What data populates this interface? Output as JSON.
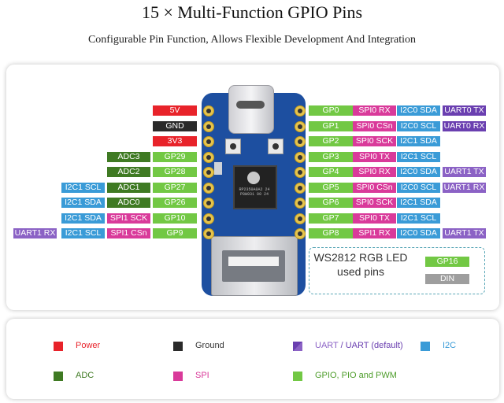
{
  "title": "15 × Multi-Function GPIO Pins",
  "subtitle": "Configurable Pin Function, Allows Flexible Development And Integration",
  "colors": {
    "power": "#e8232a",
    "ground": "#2a2a2a",
    "adc": "#3f7a23",
    "gpio": "#72c844",
    "spi": "#d93a9a",
    "i2c": "#3a9bd7",
    "uart": "#8b62c5",
    "uart_default": "#6a3fb0",
    "din": "#9e9e9e"
  },
  "board": {
    "chip_text": "RP2350A0A2 24\nP8W931 00 24",
    "left_pins": [
      {
        "pin": "5V",
        "type": "power",
        "alts": []
      },
      {
        "pin": "GND",
        "type": "ground",
        "alts": []
      },
      {
        "pin": "3V3",
        "type": "power",
        "alts": []
      },
      {
        "pin": "GP29",
        "type": "gpio",
        "alts": [
          {
            "t": "ADC3",
            "c": "adc"
          }
        ]
      },
      {
        "pin": "GP28",
        "type": "gpio",
        "alts": [
          {
            "t": "ADC2",
            "c": "adc"
          }
        ]
      },
      {
        "pin": "GP27",
        "type": "gpio",
        "alts": [
          {
            "t": "ADC1",
            "c": "adc"
          },
          {
            "t": "I2C1 SCL",
            "c": "i2c"
          }
        ]
      },
      {
        "pin": "GP26",
        "type": "gpio",
        "alts": [
          {
            "t": "ADC0",
            "c": "adc"
          },
          {
            "t": "I2C1 SDA",
            "c": "i2c"
          }
        ]
      },
      {
        "pin": "GP10",
        "type": "gpio",
        "alts": [
          {
            "t": "SPI1 SCK",
            "c": "spi"
          },
          {
            "t": "I2C1 SDA",
            "c": "i2c"
          }
        ]
      },
      {
        "pin": "GP9",
        "type": "gpio",
        "alts": [
          {
            "t": "SPI1 CSn",
            "c": "spi"
          },
          {
            "t": "I2C1 SCL",
            "c": "i2c"
          },
          {
            "t": "UART1 RX",
            "c": "uart"
          }
        ]
      }
    ],
    "right_pins": [
      {
        "pin": "GP0",
        "alts": [
          {
            "t": "SPI0 RX",
            "c": "spi"
          },
          {
            "t": "I2C0 SDA",
            "c": "i2c"
          },
          {
            "t": "UART0 TX",
            "c": "uartdef"
          }
        ]
      },
      {
        "pin": "GP1",
        "alts": [
          {
            "t": "SPI0 CSn",
            "c": "spi"
          },
          {
            "t": "I2C0 SCL",
            "c": "i2c"
          },
          {
            "t": "UART0 RX",
            "c": "uartdef"
          }
        ]
      },
      {
        "pin": "GP2",
        "alts": [
          {
            "t": "SPI0 SCK",
            "c": "spi"
          },
          {
            "t": "I2C1 SDA",
            "c": "i2c"
          }
        ]
      },
      {
        "pin": "GP3",
        "alts": [
          {
            "t": "SPI0 TX",
            "c": "spi"
          },
          {
            "t": "I2C1 SCL",
            "c": "i2c"
          }
        ]
      },
      {
        "pin": "GP4",
        "alts": [
          {
            "t": "SPI0 RX",
            "c": "spi"
          },
          {
            "t": "I2C0 SDA",
            "c": "i2c"
          },
          {
            "t": "UART1 TX",
            "c": "uart"
          }
        ]
      },
      {
        "pin": "GP5",
        "alts": [
          {
            "t": "SPI0 CSn",
            "c": "spi"
          },
          {
            "t": "I2C0 SCL",
            "c": "i2c"
          },
          {
            "t": "UART1 RX",
            "c": "uart"
          }
        ]
      },
      {
        "pin": "GP6",
        "alts": [
          {
            "t": "SPI0 SCK",
            "c": "spi"
          },
          {
            "t": "I2C1 SDA",
            "c": "i2c"
          }
        ]
      },
      {
        "pin": "GP7",
        "alts": [
          {
            "t": "SPI0 TX",
            "c": "spi"
          },
          {
            "t": "I2C1 SCL",
            "c": "i2c"
          }
        ]
      },
      {
        "pin": "GP8",
        "alts": [
          {
            "t": "SPI1 RX",
            "c": "spi"
          },
          {
            "t": "I2C0 SDA",
            "c": "i2c"
          },
          {
            "t": "UART1 TX",
            "c": "uart"
          }
        ]
      }
    ]
  },
  "led": {
    "line1": "WS2812 RGB LED",
    "line2": "used pins",
    "pin": "GP16",
    "din": "DIN"
  },
  "legend": [
    {
      "label": "Power",
      "c": "power",
      "text_color": "#e8232a"
    },
    {
      "label": "Ground",
      "c": "ground",
      "text_color": "#333333"
    },
    {
      "label": "UART",
      "label2": " / UART (default)",
      "c": "uart",
      "text_color": "#8b62c5",
      "text_color2": "#6a3fb0"
    },
    {
      "label": "I2C",
      "c": "i2c",
      "text_color": "#3a9bd7"
    },
    {
      "label": "ADC",
      "c": "adc",
      "text_color": "#3f7a23"
    },
    {
      "label": "SPI",
      "c": "spi",
      "text_color": "#d93a9a"
    },
    {
      "label": "GPIO, PIO and PWM",
      "c": "gpio",
      "text_color": "#4e9d2b"
    }
  ]
}
